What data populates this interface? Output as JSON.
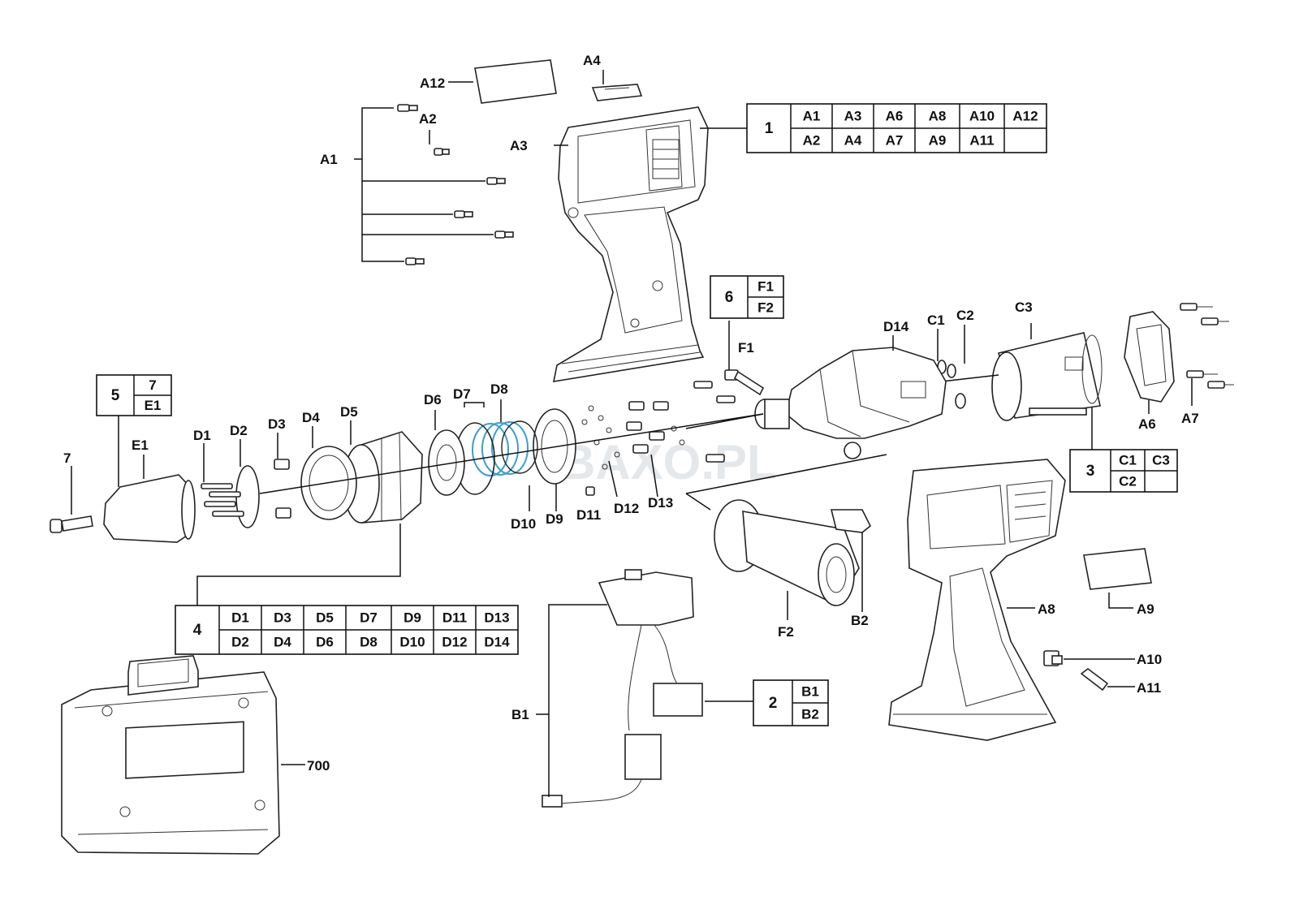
{
  "watermark": "BAXO.PL",
  "groups": [
    {
      "id": "1",
      "rows": [
        [
          "A1",
          "A3",
          "A6",
          "A8",
          "A10",
          "A12"
        ],
        [
          "A2",
          "A4",
          "A7",
          "A9",
          "A11",
          ""
        ]
      ]
    },
    {
      "id": "2",
      "rows": [
        [
          "B1"
        ],
        [
          "B2"
        ]
      ]
    },
    {
      "id": "3",
      "rows": [
        [
          "C1",
          "C3"
        ],
        [
          "C2",
          ""
        ]
      ]
    },
    {
      "id": "4",
      "rows": [
        [
          "D1",
          "D3",
          "D5",
          "D7",
          "D9",
          "D11",
          "D13"
        ],
        [
          "D2",
          "D4",
          "D6",
          "D8",
          "D10",
          "D12",
          "D14"
        ]
      ]
    },
    {
      "id": "5",
      "rows": [
        [
          "7"
        ],
        [
          "E1"
        ]
      ]
    },
    {
      "id": "6",
      "rows": [
        [
          "F1"
        ],
        [
          "F2"
        ]
      ]
    }
  ],
  "callouts": {
    "a1": "A1",
    "a2": "A2",
    "a3": "A3",
    "a4": "A4",
    "a6": "A6",
    "a7": "A7",
    "a8": "A8",
    "a9": "A9",
    "a10": "A10",
    "a11": "A11",
    "a12": "A12",
    "b1": "B1",
    "b2": "B2",
    "c1": "C1",
    "c2": "C2",
    "c3": "C3",
    "d1": "D1",
    "d2": "D2",
    "d3": "D3",
    "d4": "D4",
    "d5": "D5",
    "d6": "D6",
    "d7": "D7",
    "d8": "D8",
    "d9": "D9",
    "d10": "D10",
    "d11": "D11",
    "d12": "D12",
    "d13": "D13",
    "d14": "D14",
    "e1": "E1",
    "f1": "F1",
    "f2": "F2",
    "p7": "7",
    "p700": "700"
  }
}
